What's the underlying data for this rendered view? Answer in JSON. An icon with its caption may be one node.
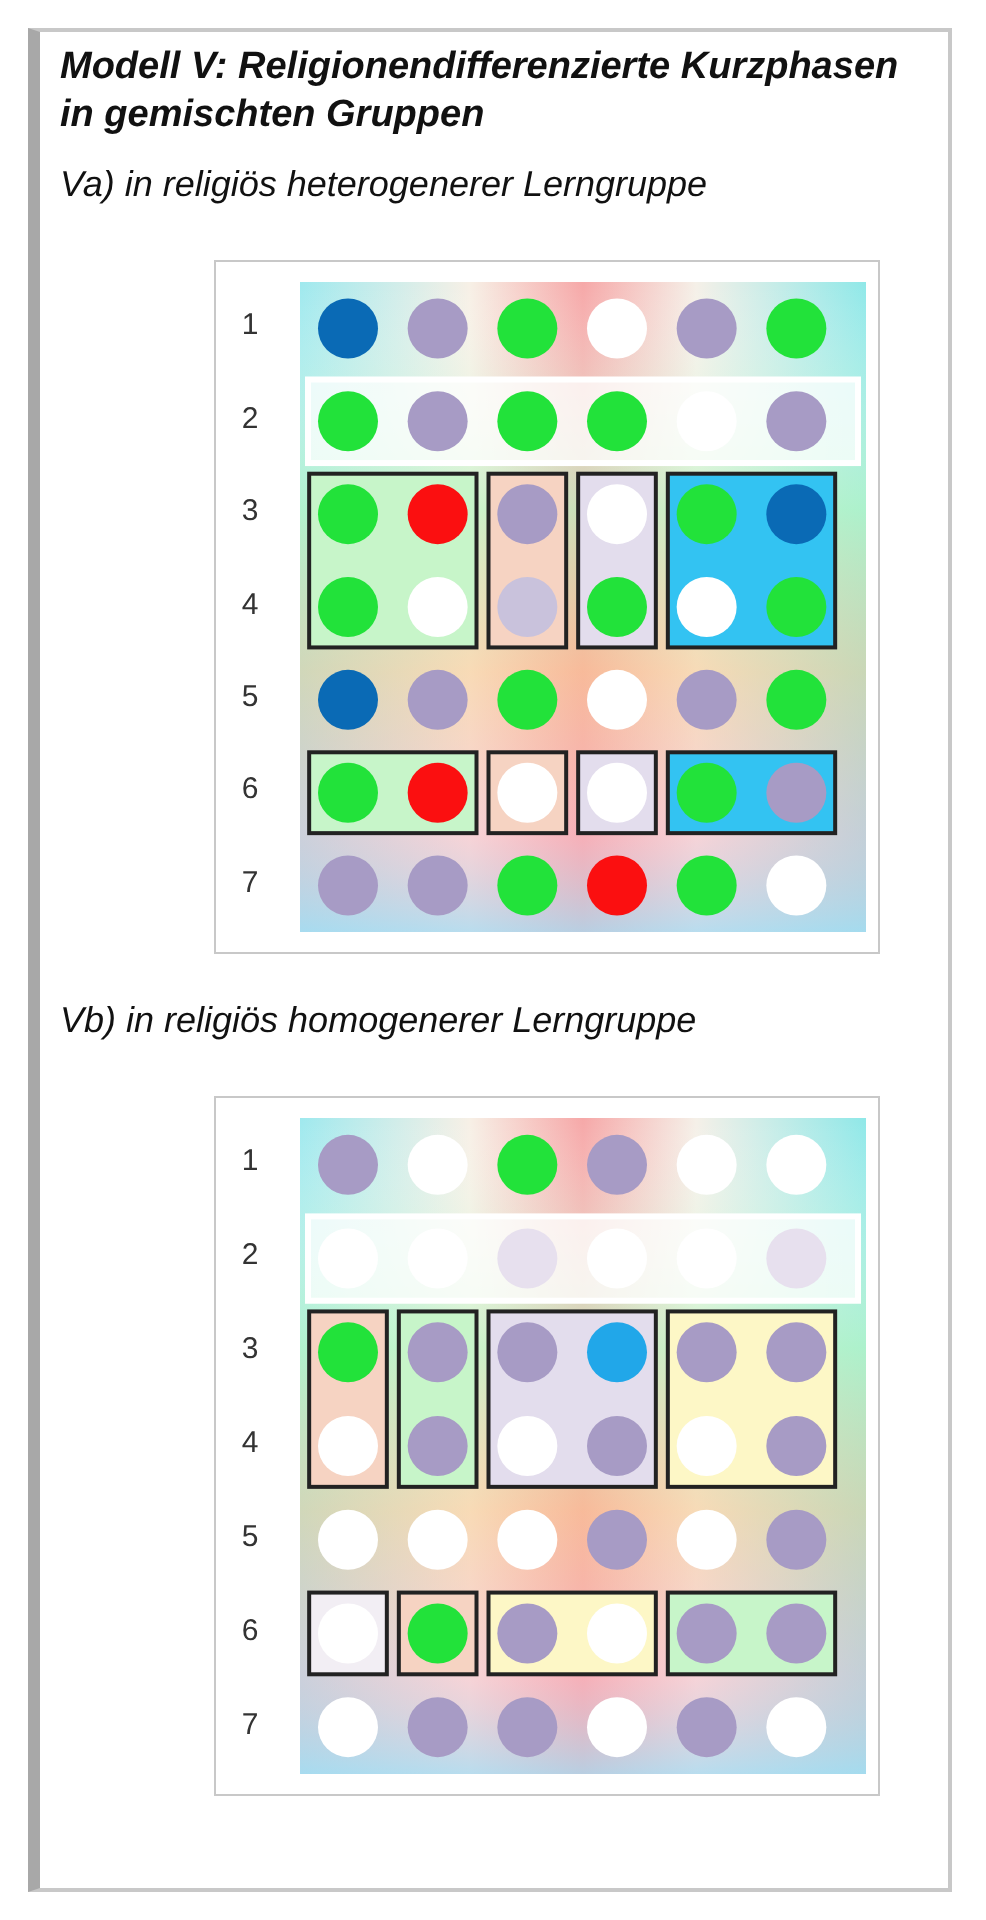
{
  "diagram": {
    "title": "Modell V: Religionendifferenzierte Kurzphasen in gemischten Gruppen",
    "labels": [
      "Va) in religiös heterogenerer Lerngruppe",
      "1",
      "2",
      "3",
      "4",
      "5",
      "6",
      "7",
      "Vb) in religiös homogenerer Lerngruppe",
      "1",
      "2",
      "3",
      "4",
      "5",
      "6",
      "7"
    ]
  }
}
